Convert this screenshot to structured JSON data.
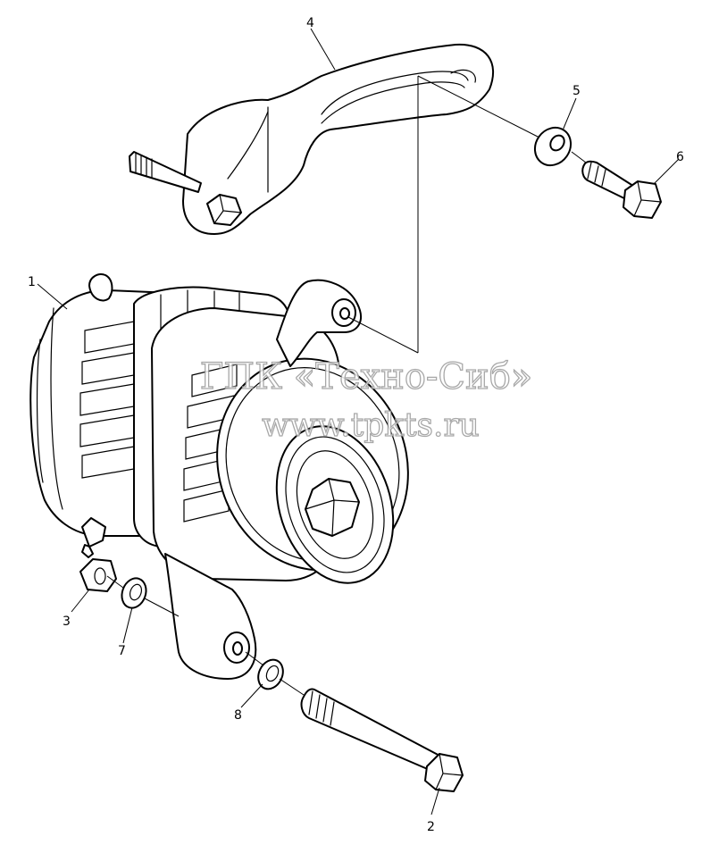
{
  "callouts": [
    "1",
    "2",
    "3",
    "4",
    "5",
    "6",
    "7",
    "8"
  ],
  "watermark": {
    "line1": "ГПК «Техно-Сиб»",
    "line2": "www.tpkts.ru"
  }
}
